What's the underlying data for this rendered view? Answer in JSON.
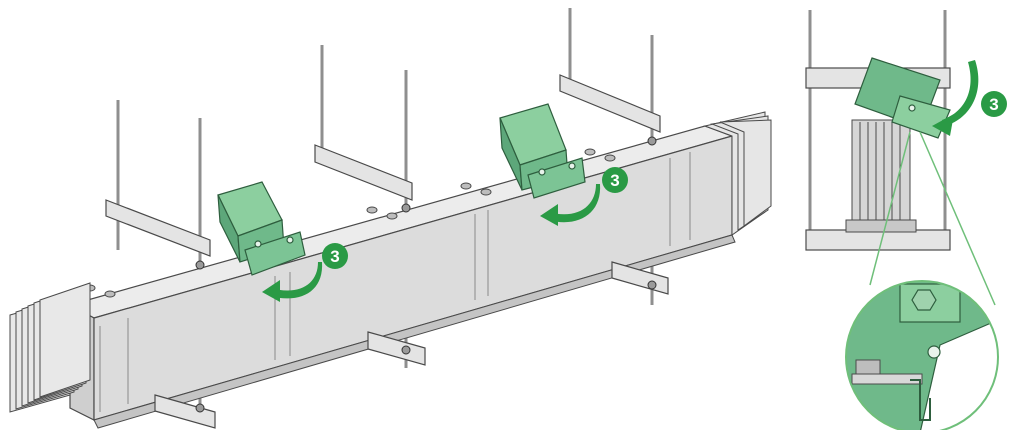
{
  "diagram": {
    "colors": {
      "duct": "#dcdcdc",
      "duct_top": "#ececec",
      "duct_shadow": "#c4c4c4",
      "outline": "#4a4a4a",
      "rod": "#9a9a9a",
      "bracket": "#e2e2e2",
      "tapoff_green": "#6fb98a",
      "tapoff_green_dark": "#4f9b6a",
      "step_badge": "#2a9a45",
      "arrow": "#2a9a45",
      "zoom_ring": "#6fbf7a"
    },
    "callouts": [
      {
        "label": "3",
        "name": "step-3-badge-left"
      },
      {
        "label": "3",
        "name": "step-3-badge-middle"
      },
      {
        "label": "3",
        "name": "step-3-badge-side-view"
      }
    ],
    "views": [
      {
        "name": "perspective-view",
        "icon": "busbar-trunking-run-illustration"
      },
      {
        "name": "side-view",
        "icon": "tap-off-box-side-illustration"
      },
      {
        "name": "detail-zoom",
        "icon": "hook-latch-detail-illustration"
      }
    ]
  }
}
